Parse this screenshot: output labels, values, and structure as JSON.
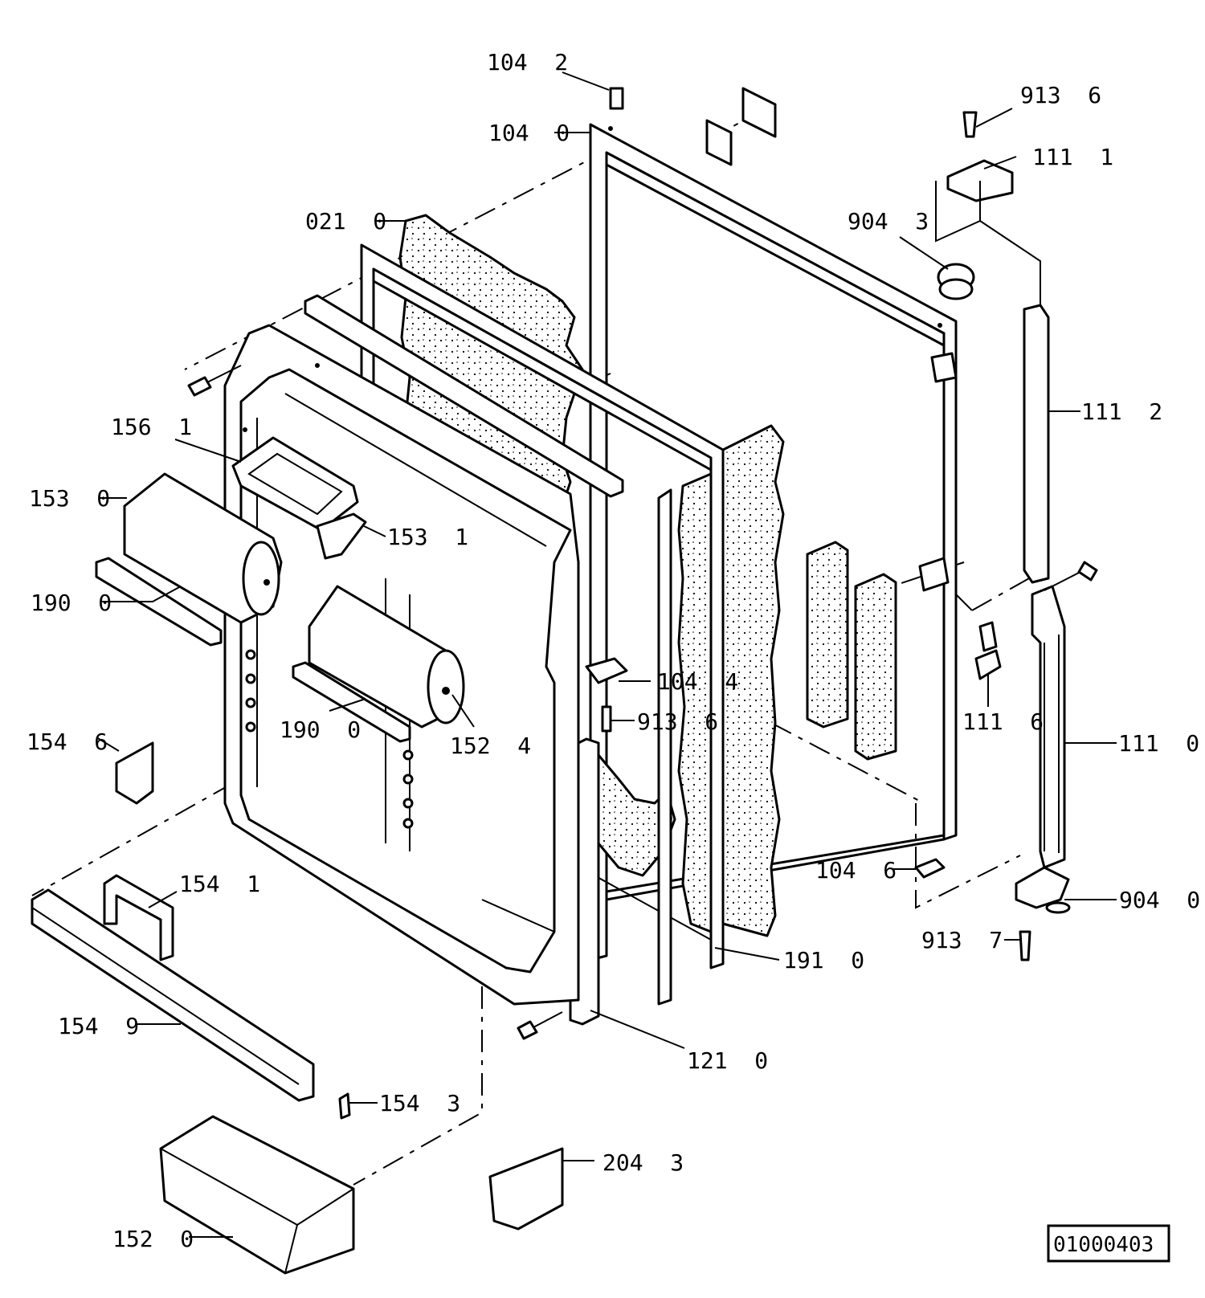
{
  "reference_number": "01000403",
  "labels": {
    "p1042": "104  2",
    "p1040": "104  0",
    "p0210": "021  0",
    "p1561": "156  1",
    "p1530": "153  0",
    "p1531": "153  1",
    "p1900a": "190  0",
    "p1900b": "190  0",
    "p1524": "152  4",
    "p1546": "154  6",
    "p1541": "154  1",
    "p1549": "154  9",
    "p1543": "154  3",
    "p1520": "152  0",
    "p2043": "204  3",
    "p1210": "121  0",
    "p1910": "191  0",
    "p1044": "104  4",
    "p9136a": "913  6",
    "p9136b": "913  6",
    "p1111": "111  1",
    "p9043": "904  3",
    "p1112": "111  2",
    "p1116": "111  6",
    "p1110": "111  0",
    "p1046": "104  6",
    "p9137": "913  7",
    "p9040": "904  0"
  }
}
